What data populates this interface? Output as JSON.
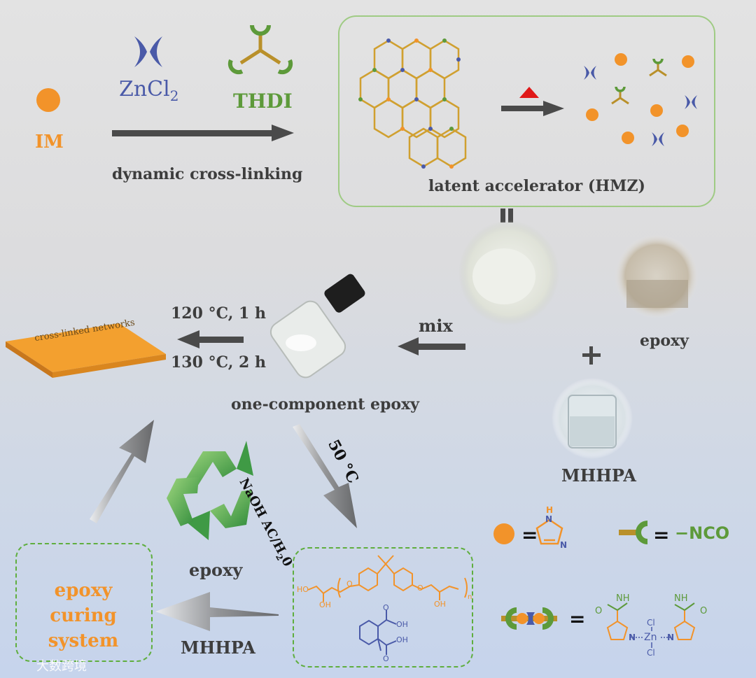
{
  "labels": {
    "im": "IM",
    "zncl2_main": "ZnCl",
    "zncl2_sub": "2",
    "thdi": "THDI",
    "dynamic_crosslinking": "dynamic cross-linking",
    "latent_accelerator": "latent accelerator (HMZ)",
    "epoxy_top": "epoxy",
    "mix": "mix",
    "cond_1": "120 °C, 1 h",
    "cond_2": "130 °C, 2 h",
    "one_component": "one-component epoxy",
    "crosslinked_networks": "cross-linked networks",
    "mhhpa_right": "MHHPA",
    "naoh_main": "NaOH  AC/H",
    "naoh_sub": "2",
    "naoh_end": "0",
    "temp_50": "50 °C",
    "epoxy_bottom": "epoxy",
    "mhhpa_bottom": "MHHPA",
    "epoxy_curing": "epoxy curing system",
    "watermark": "大数跨境",
    "equals": "=",
    "plus": "+",
    "nco": "−NCO",
    "nh": "H",
    "n": "N",
    "zn": "Zn",
    "cl": "Cl",
    "o": "O",
    "ho": "HO",
    "oh": "OH",
    "nh_label": "NH",
    "n_sub": "n"
  },
  "colors": {
    "orange": "#f2932a",
    "blue": "#4a5aa8",
    "green": "#5d9a3a",
    "dark_arrow": "#4a4a4a",
    "box_border": "#9fcb84",
    "red_triangle": "#e01818",
    "recycle": "#3f9a45"
  },
  "icons": {
    "imidazole": "orange-circle-icon",
    "zncl2": "blue-bowtie-icon",
    "thdi": "three-arm-linker-icon",
    "recycle": "recycle-icon",
    "heat": "red-triangle-icon"
  }
}
